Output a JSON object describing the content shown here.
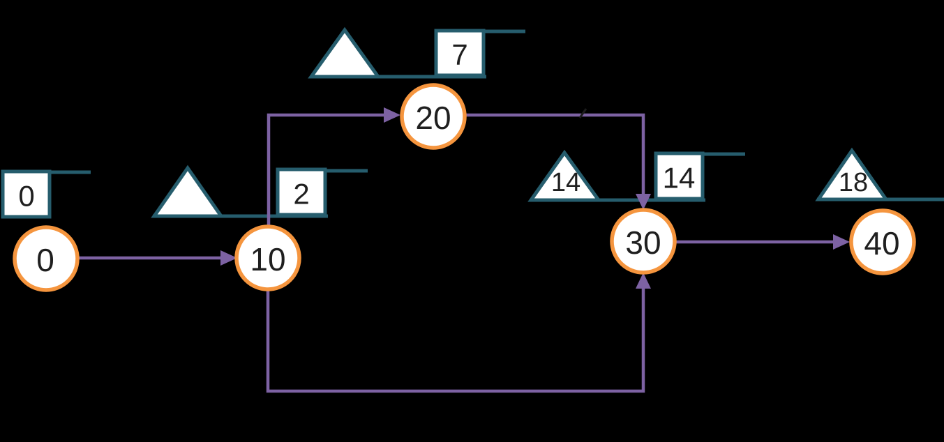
{
  "diagram": {
    "type": "activity-network-diagram",
    "description": "PERT/CPM event network with numbered event nodes, purple activity arrows, and teal milestone flags (square = earliest event time, triangle = latest event time)",
    "nodes": [
      {
        "id": "0",
        "label": "0"
      },
      {
        "id": "10",
        "label": "10"
      },
      {
        "id": "20",
        "label": "20"
      },
      {
        "id": "30",
        "label": "30"
      },
      {
        "id": "40",
        "label": "40"
      }
    ],
    "flags": [
      {
        "node": "0",
        "square": "0",
        "triangle": null
      },
      {
        "node": "10",
        "square": "2",
        "triangle": ""
      },
      {
        "node": "20",
        "square": "7",
        "triangle": ""
      },
      {
        "node": "30",
        "square": "14",
        "triangle": "14"
      },
      {
        "node": "40",
        "square": null,
        "triangle": "18"
      }
    ],
    "edges": [
      {
        "from": "0",
        "to": "10",
        "route": "straight-horizontal"
      },
      {
        "from": "10",
        "to": "20",
        "route": "up-then-right"
      },
      {
        "from": "20",
        "to": "30",
        "route": "right-then-down"
      },
      {
        "from": "10",
        "to": "30",
        "route": "down-right-up"
      },
      {
        "from": "30",
        "to": "40",
        "route": "straight-horizontal"
      }
    ]
  },
  "colors": {
    "background": "#000000",
    "node_border": "#F5953E",
    "node_fill": "#FFFFFF",
    "flag_outline": "#265D6D",
    "edge": "#7D62A3",
    "label_text": "#1F1F1F"
  }
}
